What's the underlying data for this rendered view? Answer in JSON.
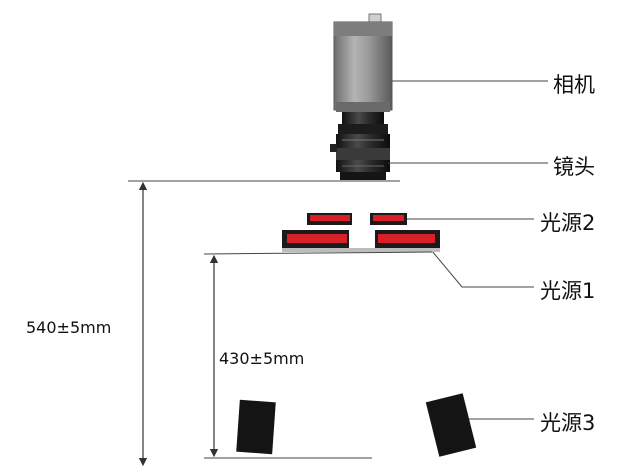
{
  "labels": {
    "camera": "相机",
    "lens": "镜头",
    "light_source_2": "光源2",
    "light_source_1": "光源1",
    "light_source_3": "光源3"
  },
  "dimensions": {
    "camera_to_target": "540±5mm",
    "light1_to_target": "430±5mm"
  },
  "colors": {
    "camera_body": "#8a8a8a",
    "lens_body": "#2a2a2a",
    "light_frame": "#1a1a1a",
    "light_emitter": "#d8202a",
    "line": "#333333"
  }
}
